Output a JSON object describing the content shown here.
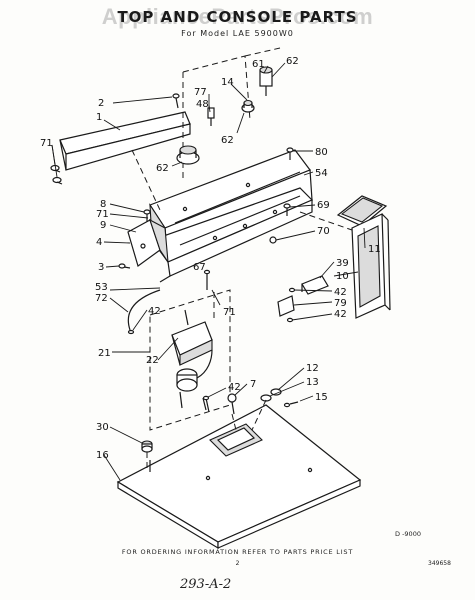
{
  "header": {
    "title": "TOP AND CONSOLE PARTS",
    "model": "For Model LAE 5900W0",
    "watermark": "AppliancePartsPros.com"
  },
  "callouts": {
    "c61": "61",
    "c62a": "62",
    "c14": "14",
    "c2": "2",
    "c77": "77",
    "c48": "48",
    "c62b": "62",
    "c1": "1",
    "c71a": "71",
    "c62c": "62",
    "c80": "80",
    "c54": "54",
    "c8": "8",
    "c71b": "71",
    "c9": "9",
    "c69": "69",
    "c4": "4",
    "c3": "3",
    "c70": "70",
    "c11": "11",
    "c39": "39",
    "c10": "10",
    "c67": "67",
    "c53": "53",
    "c72": "72",
    "c42a": "42",
    "c71c": "71",
    "c42b": "42",
    "c79": "79",
    "c42c": "42",
    "c21": "21",
    "c22": "22",
    "c12": "12",
    "c13": "13",
    "c42d": "42",
    "c7": "7",
    "c15": "15",
    "c30": "30",
    "c16": "16"
  },
  "codes": {
    "diagram_code": "D -9000",
    "ref_code": "349658"
  },
  "footer": {
    "ordering_info": "FOR ORDERING INFORMATION REFER TO PARTS PRICE LIST",
    "page_number": "2",
    "handwritten": "293-A-2"
  }
}
